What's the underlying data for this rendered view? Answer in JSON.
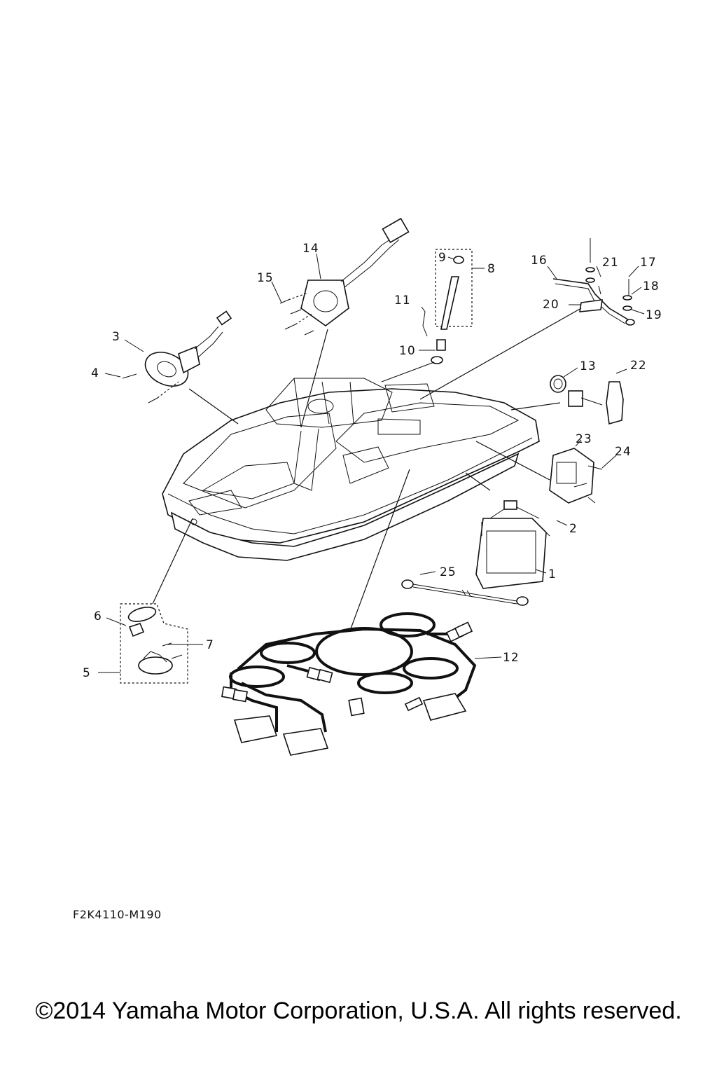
{
  "callouts": [
    "1",
    "2",
    "3",
    "4",
    "5",
    "6",
    "7",
    "8",
    "9",
    "10",
    "11",
    "12",
    "13",
    "14",
    "15",
    "16",
    "17",
    "18",
    "19",
    "20",
    "21",
    "22",
    "23",
    "24",
    "25"
  ],
  "drawing_code": "F2K4110-M190",
  "copyright": "©2014 Yamaha Motor Corporation, U.S.A. All rights reserved."
}
